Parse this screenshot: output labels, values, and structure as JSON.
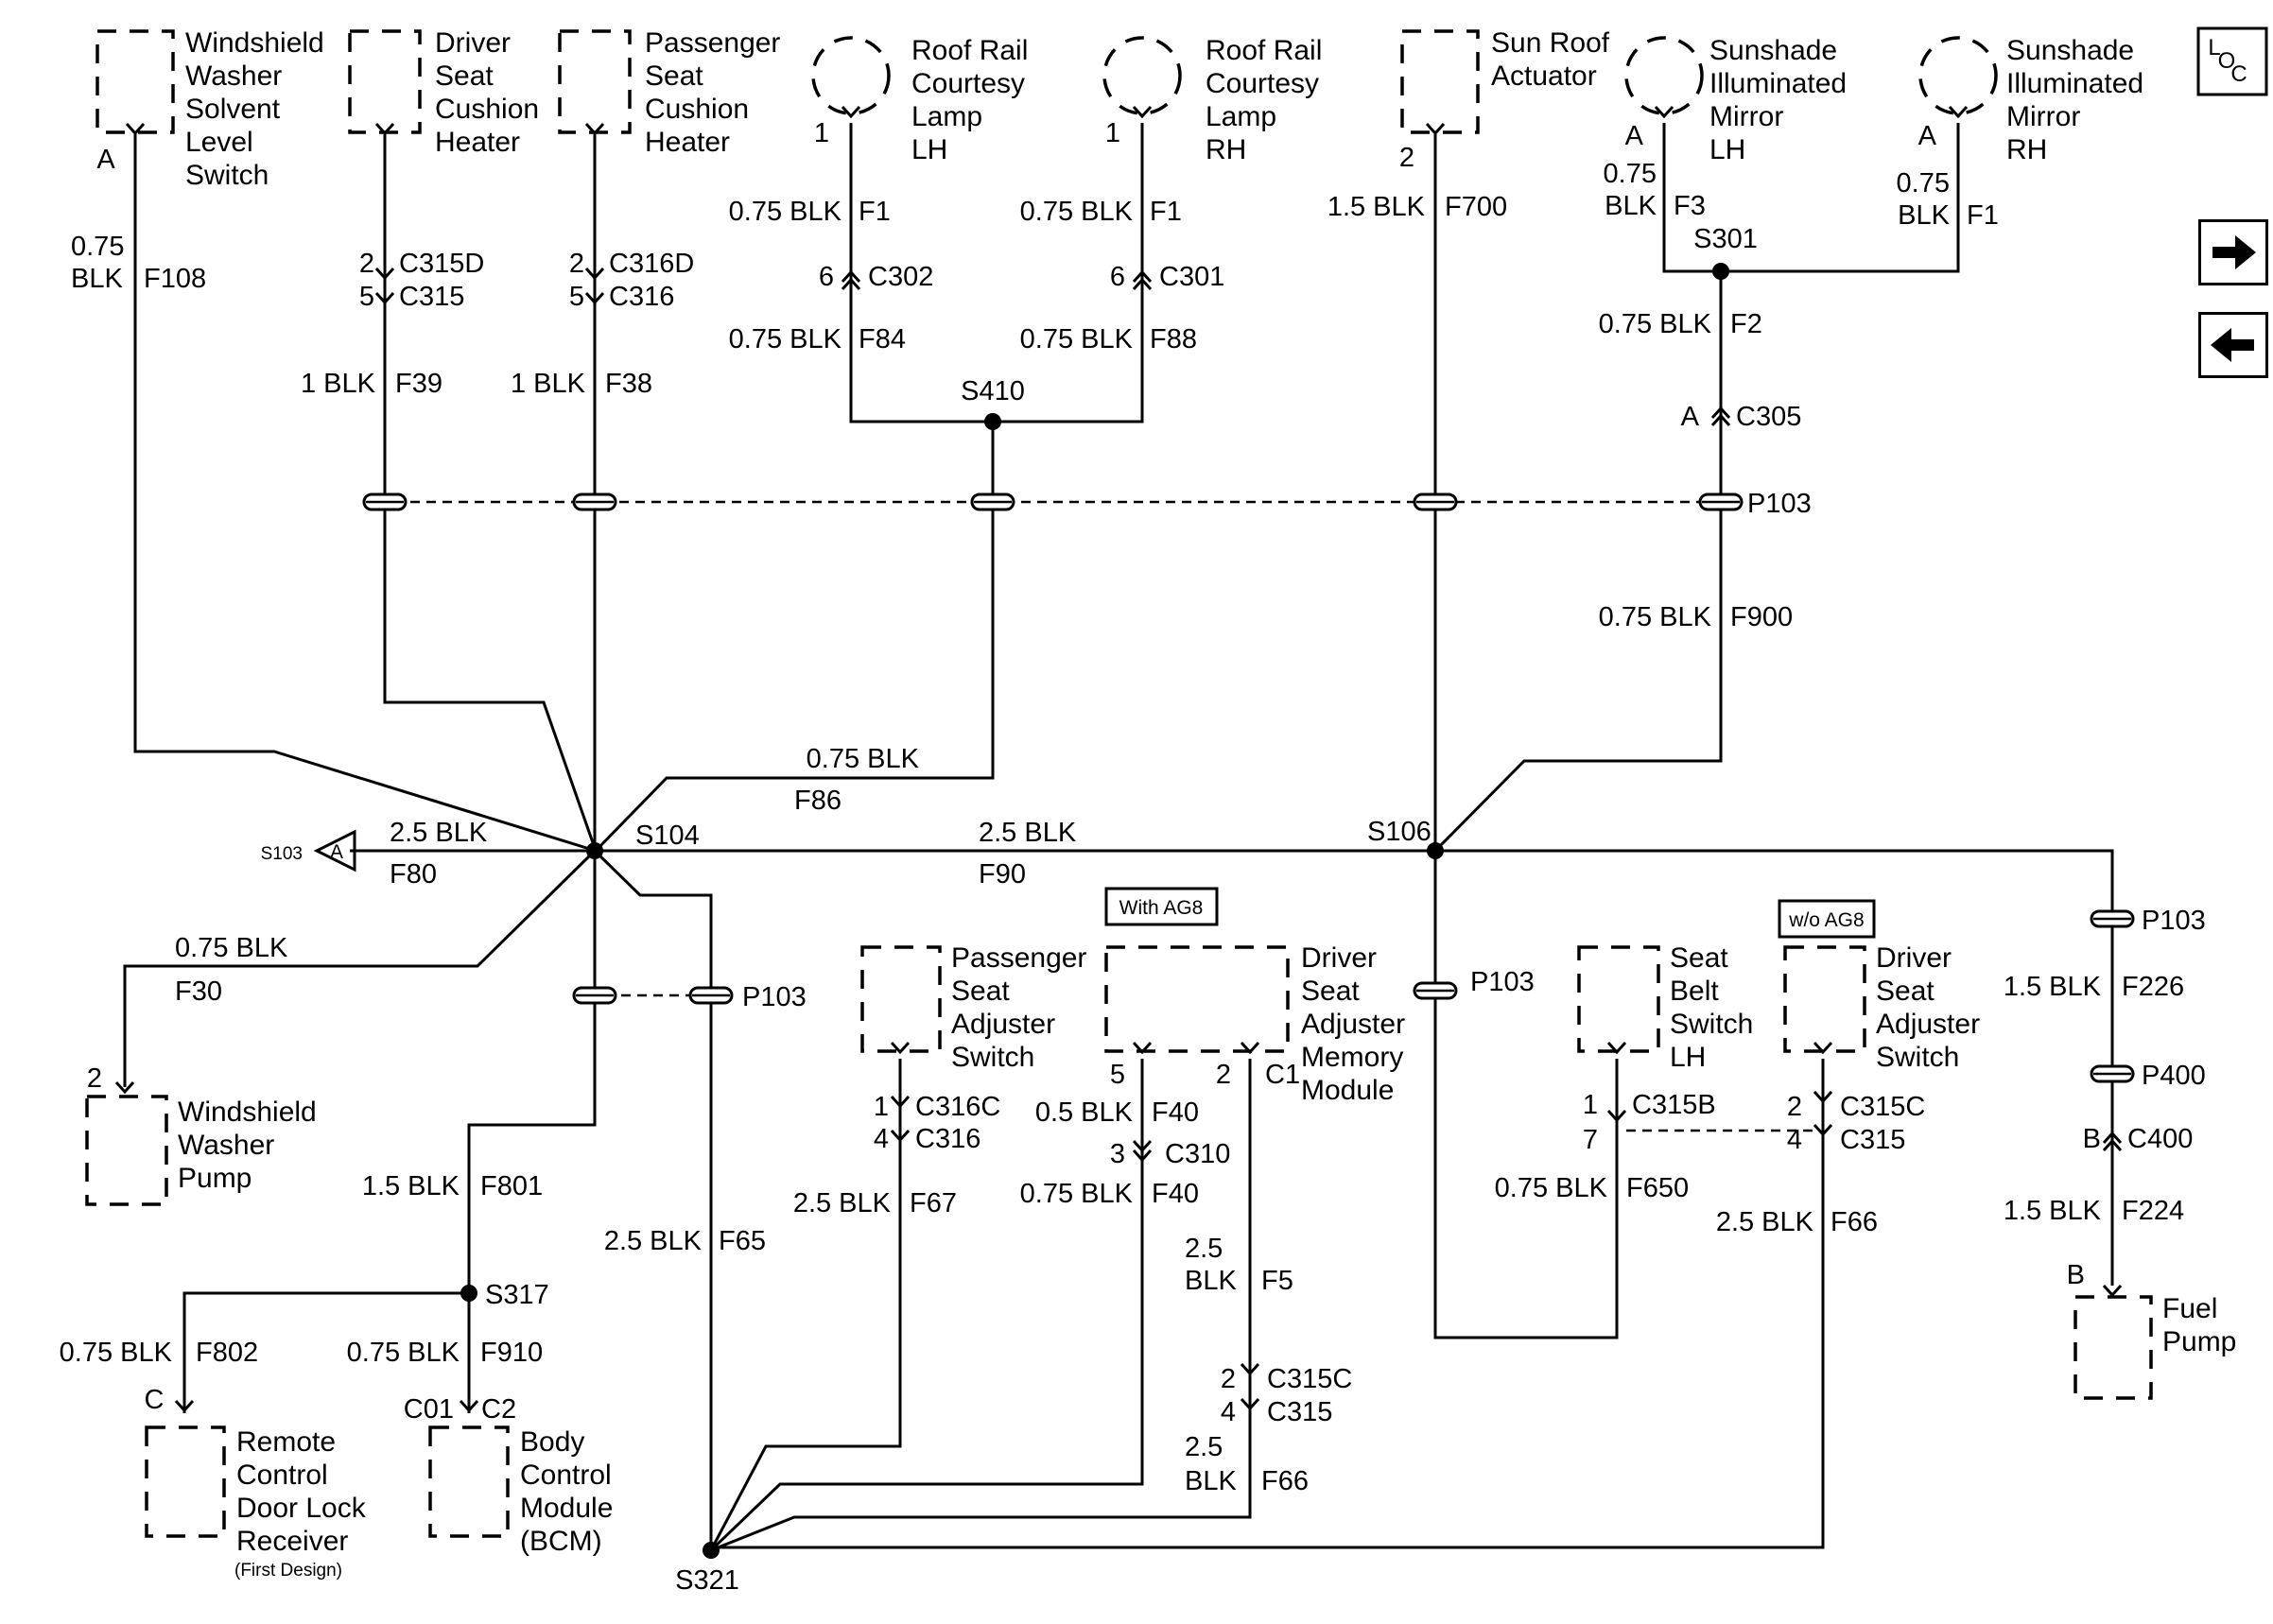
{
  "components": {
    "windshield_washer_solvent_level_switch": [
      "Windshield",
      "Washer",
      "Solvent",
      "Level",
      "Switch"
    ],
    "driver_seat_cushion_heater": [
      "Driver",
      "Seat",
      "Cushion",
      "Heater"
    ],
    "passenger_seat_cushion_heater": [
      "Passenger",
      "Seat",
      "Cushion",
      "Heater"
    ],
    "roof_rail_courtesy_lamp_lh": [
      "Roof Rail",
      "Courtesy",
      "Lamp",
      "LH"
    ],
    "roof_rail_courtesy_lamp_rh": [
      "Roof Rail",
      "Courtesy",
      "Lamp",
      "RH"
    ],
    "sun_roof_actuator": [
      "Sun Roof",
      "Actuator"
    ],
    "sunshade_mirror_lh": [
      "Sunshade",
      "Illuminated",
      "Mirror",
      "LH"
    ],
    "sunshade_mirror_rh": [
      "Sunshade",
      "Illuminated",
      "Mirror",
      "RH"
    ],
    "windshield_washer_pump": [
      "Windshield",
      "Washer",
      "Pump"
    ],
    "passenger_seat_adjuster_switch": [
      "Passenger",
      "Seat",
      "Adjuster",
      "Switch"
    ],
    "driver_seat_adjuster_memory_module": [
      "Driver",
      "Seat",
      "Adjuster",
      "Memory",
      "Module"
    ],
    "seat_belt_switch_lh": [
      "Seat",
      "Belt",
      "Switch",
      "LH"
    ],
    "driver_seat_adjuster_switch": [
      "Driver",
      "Seat",
      "Adjuster",
      "Switch"
    ],
    "fuel_pump": [
      "Fuel",
      "Pump"
    ],
    "remote_control_door_lock_receiver": [
      "Remote",
      "Control",
      "Door Lock",
      "Receiver"
    ],
    "remote_receiver_note": "(First Design)",
    "body_control_module": [
      "Body",
      "Control",
      "Module",
      "(BCM)"
    ]
  },
  "option_boxes": {
    "with_ag8": "With AG8",
    "without_ag8": "w/o AG8"
  },
  "loc_label": "LOC",
  "offpage": {
    "ref": "S103",
    "letter": "A"
  },
  "nav": {
    "next_icon": "arrow-right-icon",
    "prev_icon": "arrow-left-icon"
  },
  "labels": [
    {
      "id": "pinA_wwsls",
      "t": "A"
    },
    {
      "id": "gauge_f108",
      "t": "0.75"
    },
    {
      "id": "wire_f108",
      "t": "BLK"
    },
    {
      "id": "circ_f108",
      "t": "F108"
    },
    {
      "id": "pin2_c315d",
      "t": "2"
    },
    {
      "id": "conn_c315d",
      "t": "C315D"
    },
    {
      "id": "pin5_c315",
      "t": "5"
    },
    {
      "id": "conn_c315_dsch",
      "t": "C315"
    },
    {
      "id": "wire_f39",
      "t": "1 BLK"
    },
    {
      "id": "circ_f39",
      "t": "F39"
    },
    {
      "id": "pin2_c316d",
      "t": "2"
    },
    {
      "id": "conn_c316d",
      "t": "C316D"
    },
    {
      "id": "pin5_c316",
      "t": "5"
    },
    {
      "id": "conn_c316_psch",
      "t": "C316"
    },
    {
      "id": "wire_f38",
      "t": "1 BLK"
    },
    {
      "id": "circ_f38",
      "t": "F38"
    },
    {
      "id": "pin1_lamp_lh",
      "t": "1"
    },
    {
      "id": "wire_f1_lh",
      "t": "0.75 BLK"
    },
    {
      "id": "circ_f1_lh",
      "t": "F1"
    },
    {
      "id": "pin6_c302",
      "t": "6"
    },
    {
      "id": "conn_c302",
      "t": "C302"
    },
    {
      "id": "wire_f84",
      "t": "0.75 BLK"
    },
    {
      "id": "circ_f84",
      "t": "F84"
    },
    {
      "id": "pin1_lamp_rh",
      "t": "1"
    },
    {
      "id": "wire_f1_rh",
      "t": "0.75 BLK"
    },
    {
      "id": "circ_f1_rh",
      "t": "F1"
    },
    {
      "id": "pin6_c301",
      "t": "6"
    },
    {
      "id": "conn_c301",
      "t": "C301"
    },
    {
      "id": "wire_f88",
      "t": "0.75 BLK"
    },
    {
      "id": "circ_f88",
      "t": "F88"
    },
    {
      "id": "splice_s410",
      "t": "S410"
    },
    {
      "id": "pin2_sunroof",
      "t": "2"
    },
    {
      "id": "wire_f700",
      "t": "1.5 BLK"
    },
    {
      "id": "circ_f700",
      "t": "F700"
    },
    {
      "id": "pinA_mirror_lh",
      "t": "A"
    },
    {
      "id": "gauge_f3",
      "t": "0.75"
    },
    {
      "id": "wire_f3",
      "t": "BLK"
    },
    {
      "id": "circ_f3",
      "t": "F3"
    },
    {
      "id": "pinA_mirror_rh",
      "t": "A"
    },
    {
      "id": "gauge_f1_mirror",
      "t": "0.75"
    },
    {
      "id": "wire_f1_mirror",
      "t": "BLK"
    },
    {
      "id": "circ_f1_mirror",
      "t": "F1"
    },
    {
      "id": "splice_s301",
      "t": "S301"
    },
    {
      "id": "wire_f2",
      "t": "0.75 BLK"
    },
    {
      "id": "circ_f2",
      "t": "F2"
    },
    {
      "id": "pinA_c305",
      "t": "A"
    },
    {
      "id": "conn_c305",
      "t": "C305"
    },
    {
      "id": "conn_p103_top",
      "t": "P103"
    },
    {
      "id": "wire_f900",
      "t": "0.75 BLK"
    },
    {
      "id": "circ_f900",
      "t": "F900"
    },
    {
      "id": "wire_f86",
      "t": "0.75 BLK"
    },
    {
      "id": "circ_f86",
      "t": "F86"
    },
    {
      "id": "wire_f80",
      "t": "2.5 BLK"
    },
    {
      "id": "circ_f80",
      "t": "F80"
    },
    {
      "id": "splice_s104",
      "t": "S104"
    },
    {
      "id": "wire_f90",
      "t": "2.5 BLK"
    },
    {
      "id": "circ_f90",
      "t": "F90"
    },
    {
      "id": "splice_s106",
      "t": "S106"
    },
    {
      "id": "conn_p103_right",
      "t": "P103"
    },
    {
      "id": "wire_f226",
      "t": "1.5 BLK"
    },
    {
      "id": "circ_f226",
      "t": "F226"
    },
    {
      "id": "conn_p400",
      "t": "P400"
    },
    {
      "id": "pinB_c400",
      "t": "B"
    },
    {
      "id": "conn_c400",
      "t": "C400"
    },
    {
      "id": "wire_f224",
      "t": "1.5 BLK"
    },
    {
      "id": "circ_f224",
      "t": "F224"
    },
    {
      "id": "pinB_fuel",
      "t": "B"
    },
    {
      "id": "wire_f30",
      "t": "0.75 BLK"
    },
    {
      "id": "circ_f30",
      "t": "F30"
    },
    {
      "id": "pin2_pump",
      "t": "2"
    },
    {
      "id": "conn_p103_left",
      "t": "P103"
    },
    {
      "id": "wire_f801",
      "t": "1.5 BLK"
    },
    {
      "id": "circ_f801",
      "t": "F801"
    },
    {
      "id": "wire_f65",
      "t": "2.5 BLK"
    },
    {
      "id": "circ_f65",
      "t": "F65"
    },
    {
      "id": "splice_s317",
      "t": "S317"
    },
    {
      "id": "wire_f802",
      "t": "0.75 BLK"
    },
    {
      "id": "circ_f802",
      "t": "F802"
    },
    {
      "id": "wire_f910",
      "t": "0.75 BLK"
    },
    {
      "id": "circ_f910",
      "t": "F910"
    },
    {
      "id": "pinC_receiver",
      "t": "C"
    },
    {
      "id": "pinC01_bcm",
      "t": "C01"
    },
    {
      "id": "conn_c2_bcm",
      "t": "C2"
    },
    {
      "id": "pin1_c316c",
      "t": "1"
    },
    {
      "id": "conn_c316c",
      "t": "C316C"
    },
    {
      "id": "pin4_c316",
      "t": "4"
    },
    {
      "id": "conn_c316_psas",
      "t": "C316"
    },
    {
      "id": "wire_f67",
      "t": "2.5 BLK"
    },
    {
      "id": "circ_f67",
      "t": "F67"
    },
    {
      "id": "pin5_mm",
      "t": "5"
    },
    {
      "id": "pin2_mm",
      "t": "2"
    },
    {
      "id": "conn_c1_mm",
      "t": "C1"
    },
    {
      "id": "wire_f40_top",
      "t": "0.5 BLK"
    },
    {
      "id": "circ_f40_top",
      "t": "F40"
    },
    {
      "id": "pin3_c310",
      "t": "3"
    },
    {
      "id": "conn_c310",
      "t": "C310"
    },
    {
      "id": "wire_f40_bot",
      "t": "0.75 BLK"
    },
    {
      "id": "circ_f40_bot",
      "t": "F40"
    },
    {
      "id": "gauge_f5",
      "t": "2.5"
    },
    {
      "id": "wire_f5",
      "t": "BLK"
    },
    {
      "id": "circ_f5",
      "t": "F5"
    },
    {
      "id": "pin2_c315c_mm",
      "t": "2"
    },
    {
      "id": "conn_c315c_mm",
      "t": "C315C"
    },
    {
      "id": "pin4_c315_mm",
      "t": "4"
    },
    {
      "id": "conn_c315_mm",
      "t": "C315"
    },
    {
      "id": "gauge_f66_mm",
      "t": "2.5"
    },
    {
      "id": "wire_f66_mm",
      "t": "BLK"
    },
    {
      "id": "circ_f66_mm",
      "t": "F66"
    },
    {
      "id": "conn_p103_mid",
      "t": "P103"
    },
    {
      "id": "pin1_c315b",
      "t": "1"
    },
    {
      "id": "conn_c315b",
      "t": "C315B"
    },
    {
      "id": "pin7_c315",
      "t": "7"
    },
    {
      "id": "wire_f650",
      "t": "0.75 BLK"
    },
    {
      "id": "circ_f650",
      "t": "F650"
    },
    {
      "id": "pin2_c315c_dsas",
      "t": "2"
    },
    {
      "id": "conn_c315c_dsas",
      "t": "C315C"
    },
    {
      "id": "pin4_c315_dsas",
      "t": "4"
    },
    {
      "id": "conn_c315_dsas",
      "t": "C315"
    },
    {
      "id": "wire_f66",
      "t": "2.5 BLK"
    },
    {
      "id": "circ_f66",
      "t": "F66"
    },
    {
      "id": "splice_s321",
      "t": "S321"
    }
  ]
}
